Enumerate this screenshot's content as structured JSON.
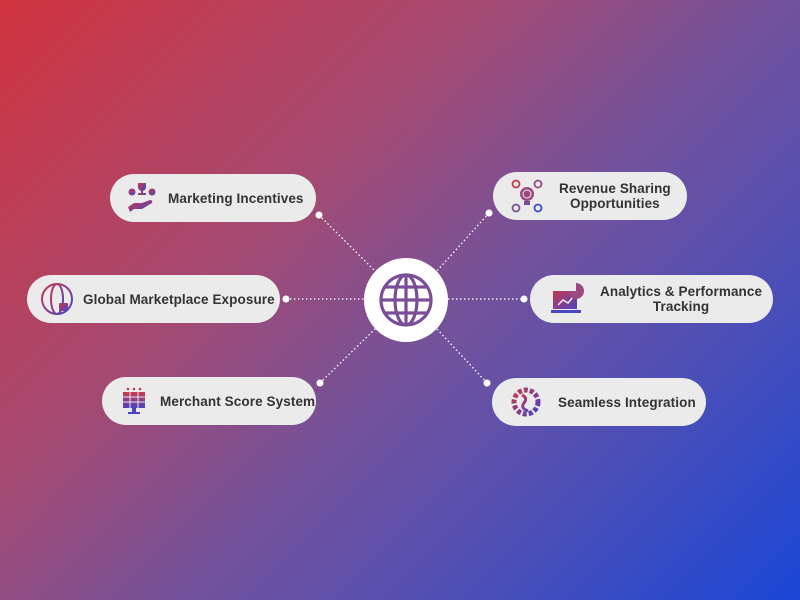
{
  "diagram": {
    "type": "hub-and-spoke",
    "center": {
      "icon": "globe-icon"
    },
    "nodes": [
      {
        "id": "marketing",
        "label": "Marketing Incentives",
        "icon": "hand-trophy-coins-icon",
        "side": "left",
        "row": 1
      },
      {
        "id": "global",
        "label": "Global Marketplace Exposure",
        "icon": "globe-lock-icon",
        "side": "left",
        "row": 2
      },
      {
        "id": "merchant",
        "label": "Merchant Score System",
        "icon": "monitor-score-icon",
        "side": "left",
        "row": 3
      },
      {
        "id": "revenue",
        "label_line1": "Revenue Sharing",
        "label_line2": "Opportunities",
        "icon": "lightbulb-network-icon",
        "side": "right",
        "row": 1
      },
      {
        "id": "analytics",
        "label_line1": "Analytics & Performance",
        "label_line2": "Tracking",
        "icon": "laptop-chart-icon",
        "side": "right",
        "row": 2
      },
      {
        "id": "integration",
        "label": "Seamless Integration",
        "icon": "gear-sync-icon",
        "side": "right",
        "row": 3
      }
    ]
  },
  "colors": {
    "bg_top_left": "#d1343f",
    "bg_bottom_right": "#1947d6",
    "pill_bg": "#ebebeb",
    "text": "#333333",
    "globe": "#7a4e98"
  }
}
